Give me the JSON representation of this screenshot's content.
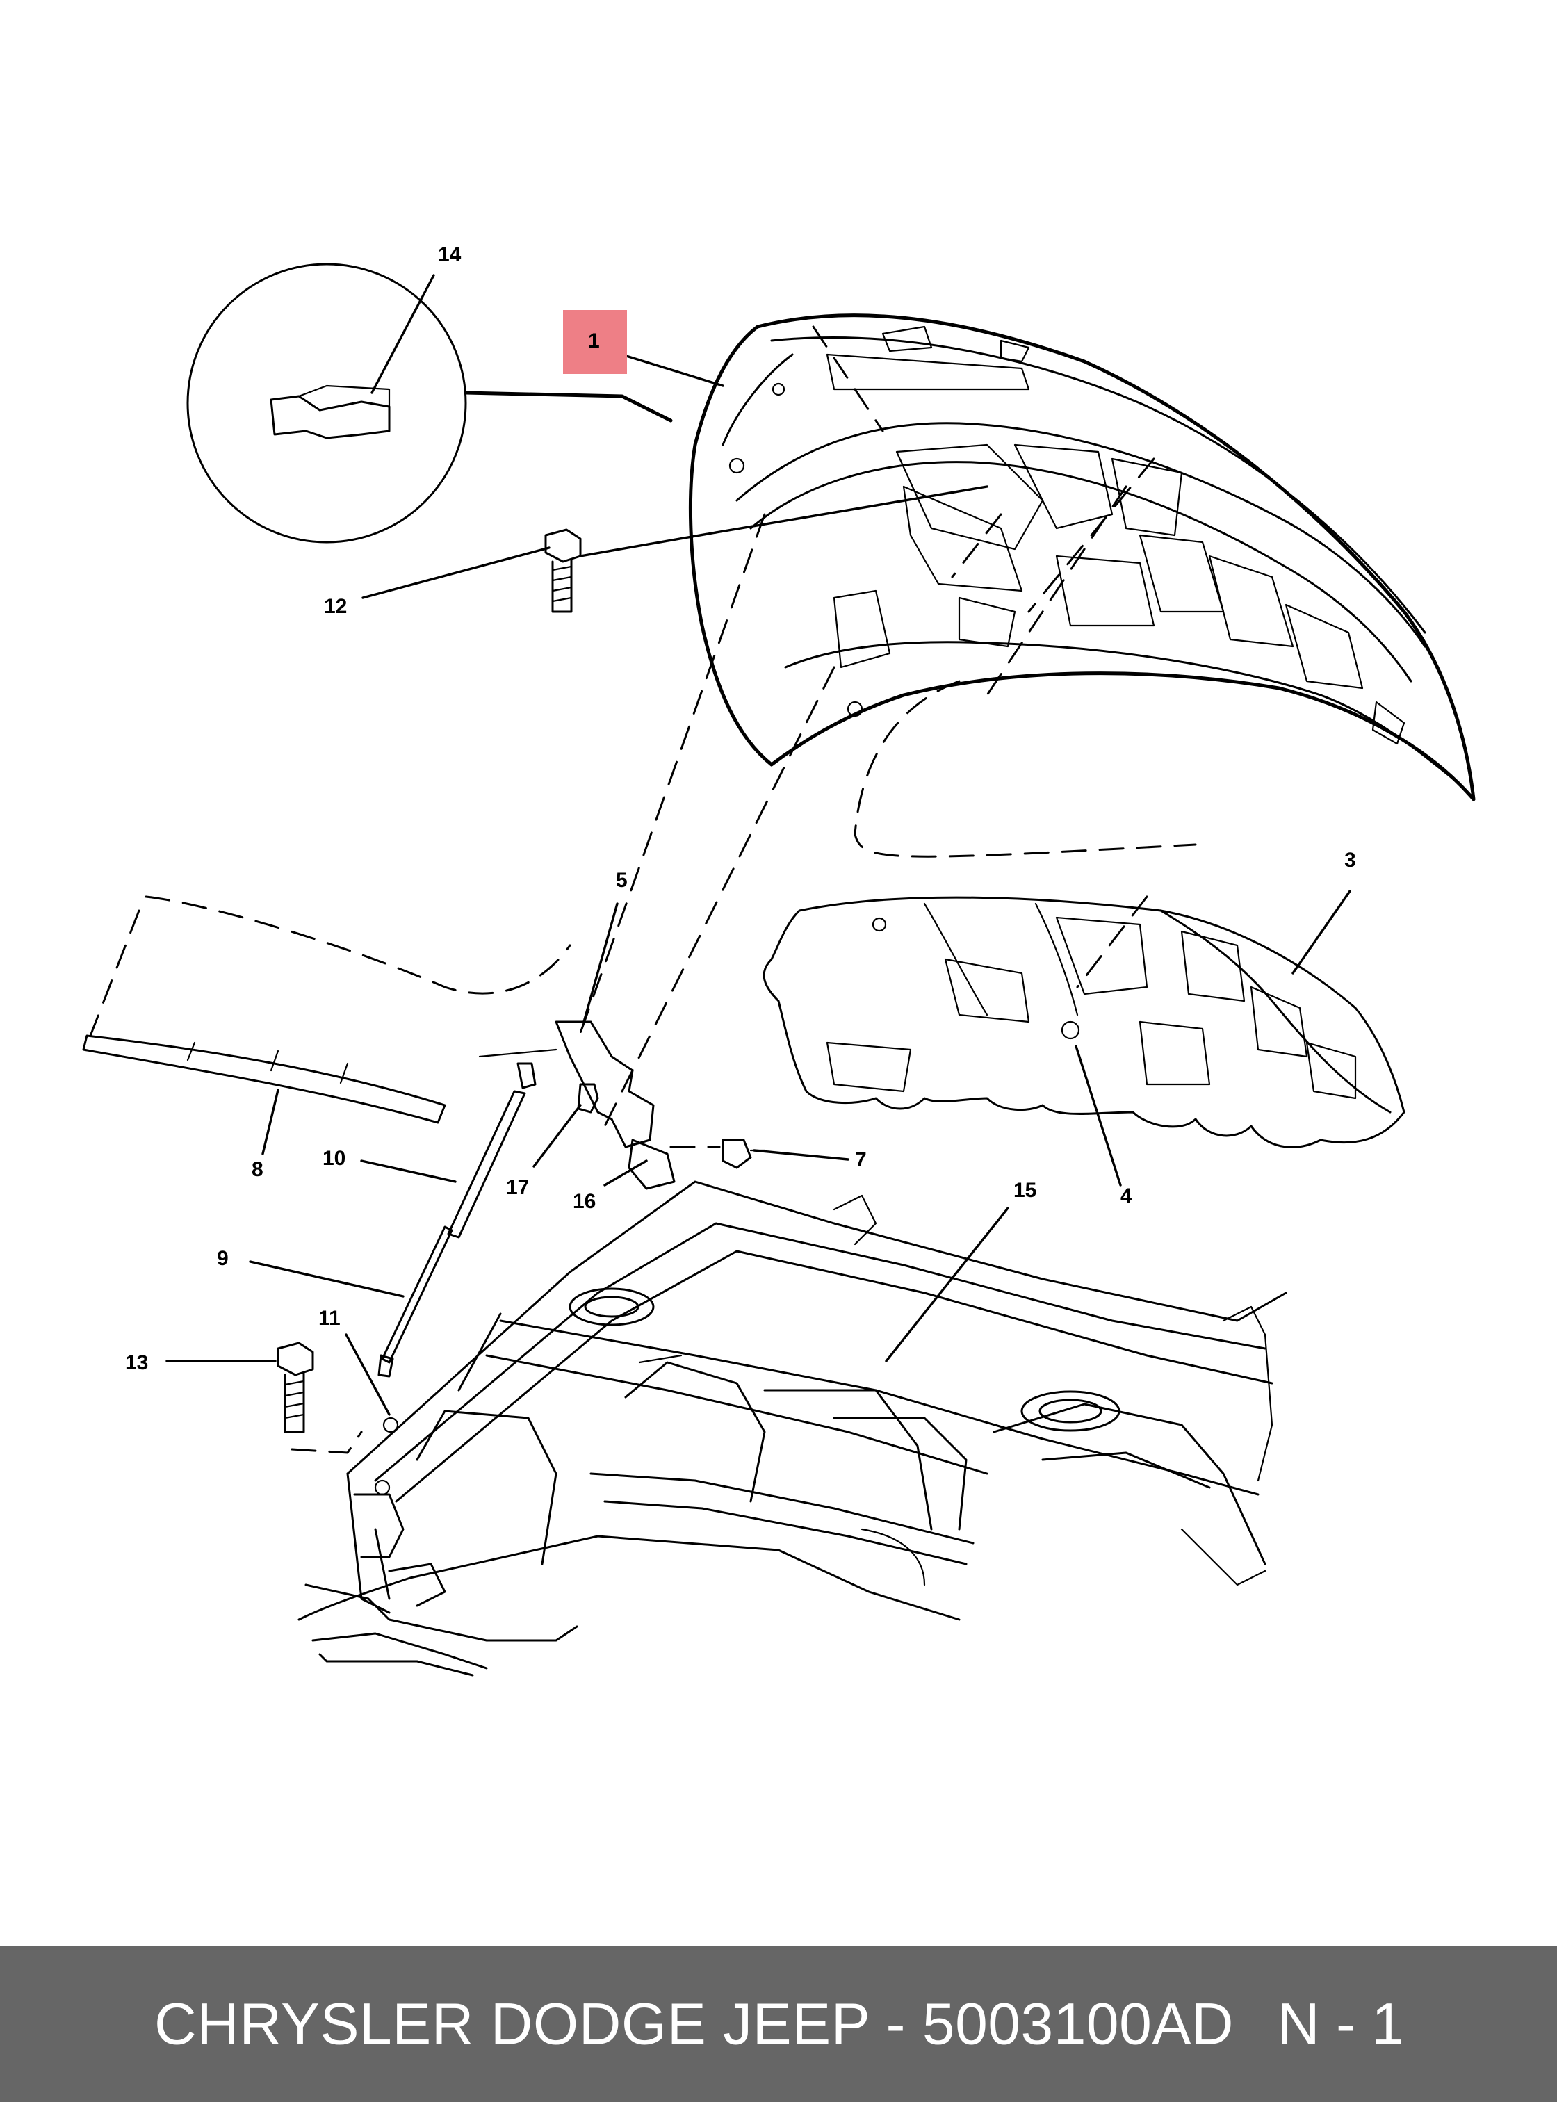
{
  "diagram": {
    "highlight_color": "#ee7f86",
    "line_color": "#000000",
    "callouts": [
      {
        "id": "c1",
        "label": "1",
        "highlighted": true
      },
      {
        "id": "c3",
        "label": "3"
      },
      {
        "id": "c4",
        "label": "4"
      },
      {
        "id": "c5",
        "label": "5"
      },
      {
        "id": "c7",
        "label": "7"
      },
      {
        "id": "c8",
        "label": "8"
      },
      {
        "id": "c9",
        "label": "9"
      },
      {
        "id": "c10",
        "label": "10"
      },
      {
        "id": "c11",
        "label": "11"
      },
      {
        "id": "c12",
        "label": "12"
      },
      {
        "id": "c13",
        "label": "13"
      },
      {
        "id": "c14",
        "label": "14"
      },
      {
        "id": "c15",
        "label": "15"
      },
      {
        "id": "c16",
        "label": "16"
      },
      {
        "id": "c17",
        "label": "17"
      }
    ]
  },
  "footer": {
    "title": "CHRYSLER DODGE JEEP - 5003100AD",
    "page": "N - 1",
    "background": "#666666",
    "text_color": "#ffffff"
  }
}
